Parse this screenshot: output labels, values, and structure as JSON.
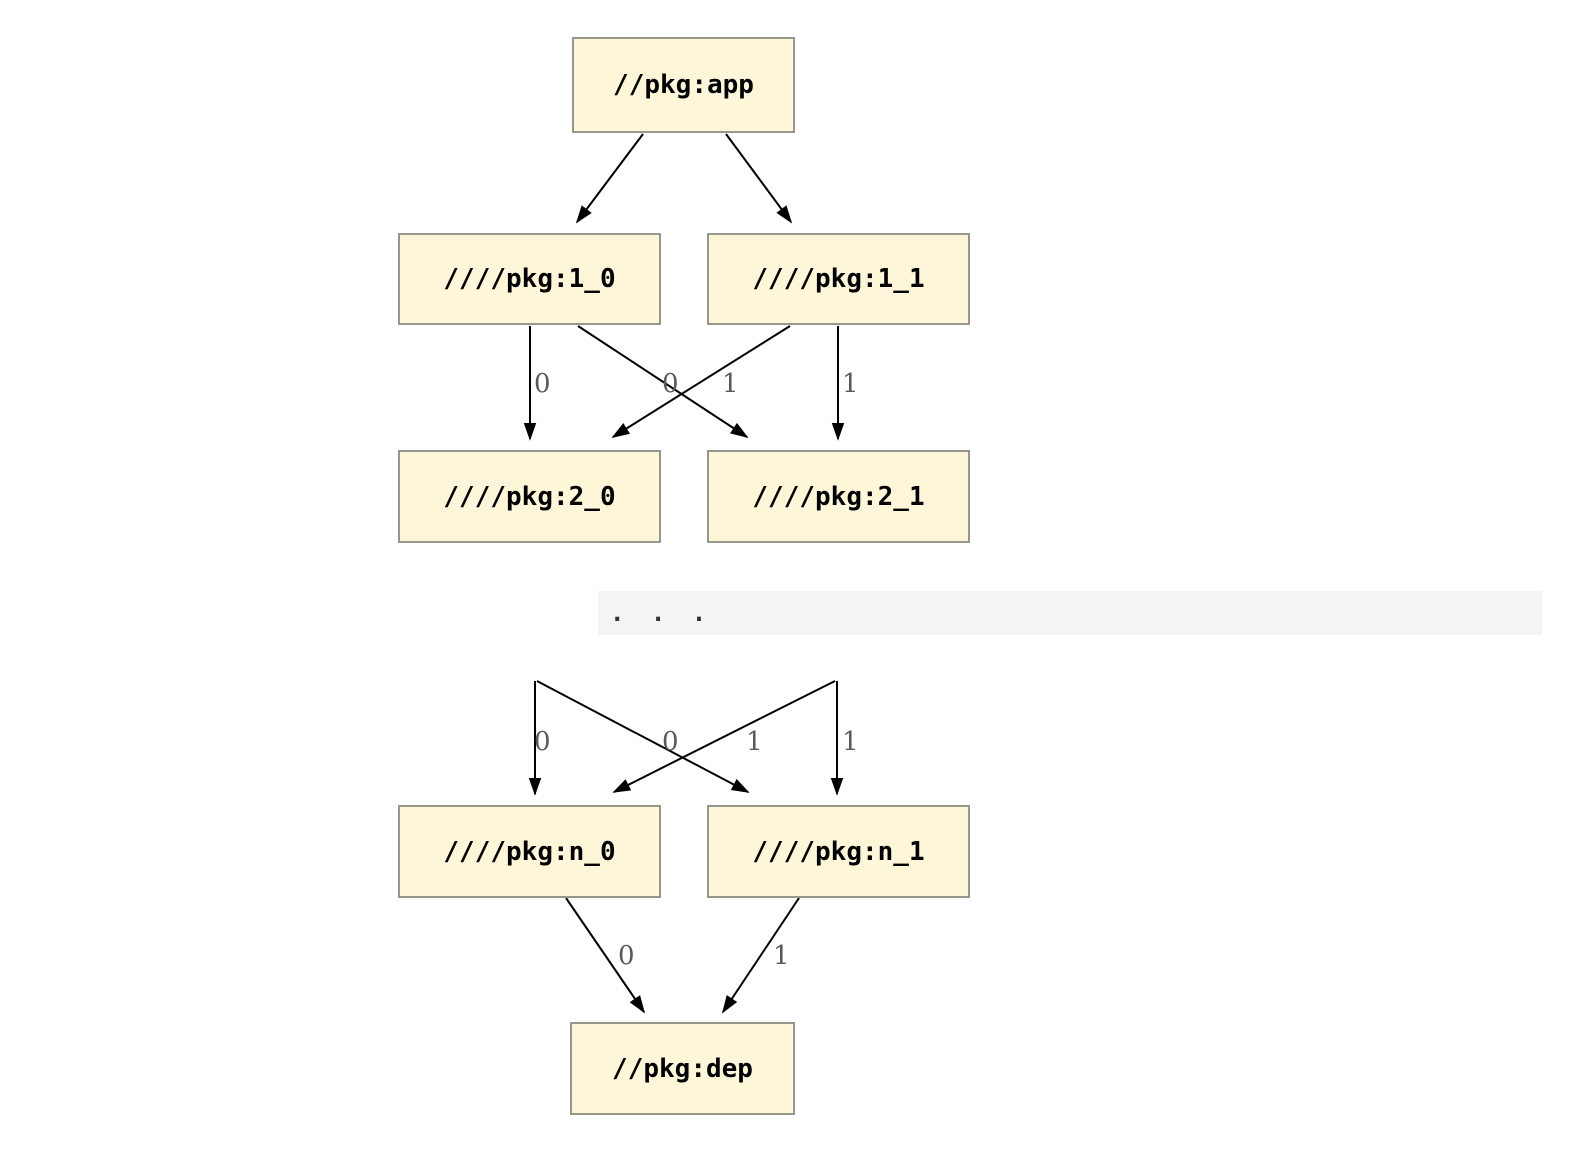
{
  "colors": {
    "background": "#ffffff",
    "node-fill": "#fdf6d8",
    "node-border": "#98978b",
    "node-text": "#000000",
    "edge": "#000000",
    "edge-label": "#5a5a5a",
    "band-bg": "#f4f4f4"
  },
  "graph": {
    "nodes": {
      "app": "//pkg:app",
      "level1_0": "////pkg:1_0",
      "level1_1": "////pkg:1_1",
      "level2_0": "////pkg:2_0",
      "level2_1": "////pkg:2_1",
      "leveln_0": "////pkg:n_0",
      "leveln_1": "////pkg:n_1",
      "dep": "//pkg:dep"
    },
    "ellipsis": ". . .",
    "edge_labels_row1": [
      "0",
      "0",
      "1",
      "1"
    ],
    "edge_labels_row2": [
      "0",
      "0",
      "1",
      "1"
    ],
    "edge_labels_row3": [
      "0",
      "1"
    ]
  }
}
